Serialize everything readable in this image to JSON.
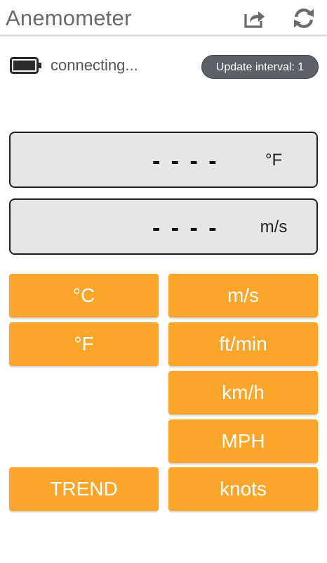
{
  "app_bar": {
    "title": "Anemometer",
    "icons": [
      "share-icon",
      "refresh-icon"
    ]
  },
  "status": {
    "battery_icon": "battery-icon",
    "connection_text": "connecting...",
    "update_interval_label": "Update interval: 1"
  },
  "readouts": {
    "temperature": {
      "value": "- - - -",
      "unit": "°F"
    },
    "wind_speed": {
      "value": "- - - -",
      "unit": "m/s"
    }
  },
  "buttons": {
    "celsius": "°C",
    "fahrenheit": "°F",
    "trend": "TREND",
    "ms": "m/s",
    "ftmin": "ft/min",
    "kmh": "km/h",
    "mph": "MPH",
    "knots": "knots"
  },
  "colors": {
    "button": "#f9a62a",
    "readout_bg": "#e6e6e6",
    "pill_bg": "#5c6166",
    "title": "#6a6a6a"
  }
}
